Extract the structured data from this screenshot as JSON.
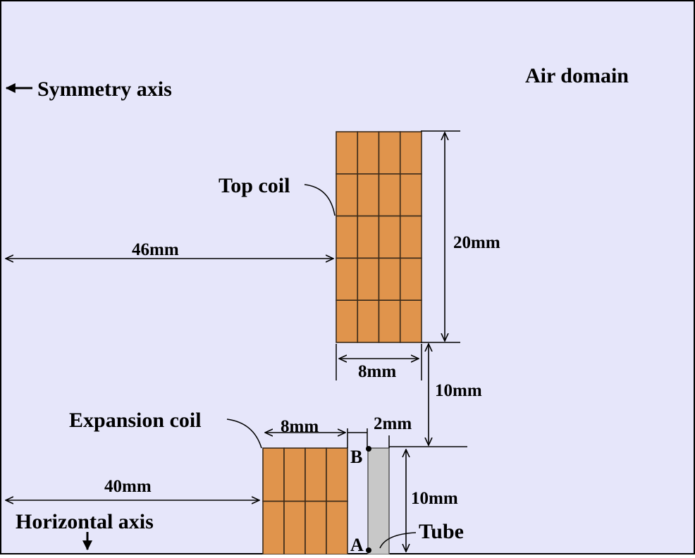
{
  "diagram": {
    "labels": {
      "air_domain": "Air domain",
      "symmetry_axis": "Symmetry axis",
      "horizontal_axis": "Horizontal axis",
      "top_coil": "Top coil",
      "expansion_coil": "Expansion coil",
      "tube": "Tube",
      "point_a": "A",
      "point_b": "B"
    },
    "dimensions": {
      "top_coil_offset": "46mm",
      "top_coil_height": "20mm",
      "top_coil_width": "8mm",
      "coil_gap": "10mm",
      "expansion_coil_width": "8mm",
      "tube_thickness": "2mm",
      "expansion_coil_offset": "40mm",
      "tube_height": "10mm"
    },
    "top_coil_grid": {
      "rows": 5,
      "cols": 4
    },
    "expansion_coil_grid": {
      "rows": 2,
      "cols": 4
    },
    "colors": {
      "air_domain": "#e6e6fa",
      "coil_fill": "#e0944c",
      "coil_stroke": "#3a2a1a",
      "tube_fill": "#c8c8c8",
      "line": "#000000"
    }
  }
}
